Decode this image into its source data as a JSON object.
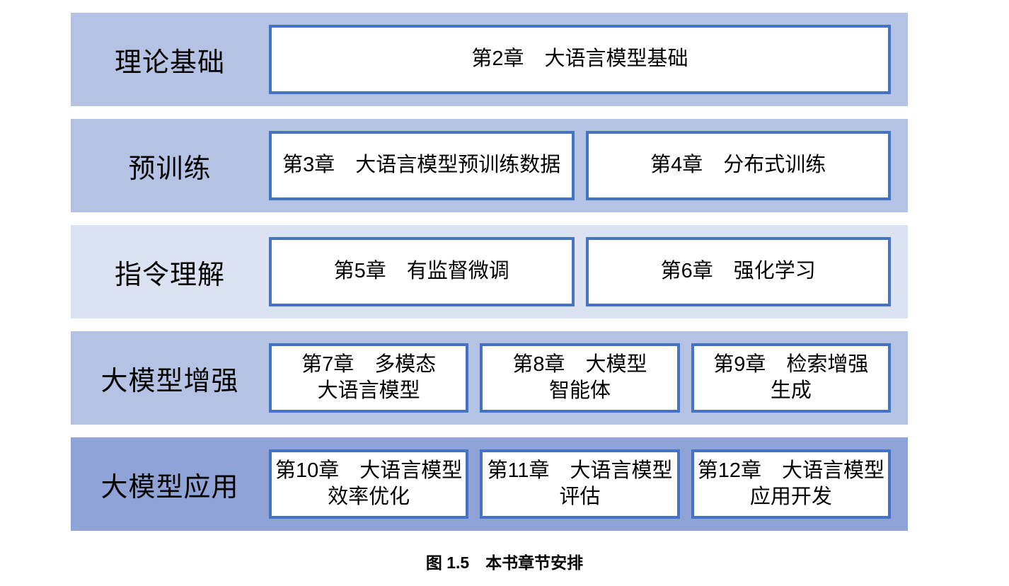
{
  "figure": {
    "caption": "图 1.5　本书章节安排",
    "colors": {
      "box_border": "#4472C4",
      "box_bg": "#FFFFFF",
      "row_tint_medium": "#B4C3E3",
      "row_tint_light": "#DBE2F1",
      "row_tint_dark": "#8FA3D6",
      "text": "#000000"
    },
    "rows": [
      {
        "label": "理论基础",
        "bg": "#B4C3E3",
        "chapters": [
          {
            "line1": "第2章　大语言模型基础",
            "line2": ""
          }
        ]
      },
      {
        "label": "预训练",
        "bg": "#B4C3E3",
        "chapters": [
          {
            "line1": "第3章　大语言模型预训练数据",
            "line2": ""
          },
          {
            "line1": "第4章　分布式训练",
            "line2": ""
          }
        ]
      },
      {
        "label": "指令理解",
        "bg": "#DBE2F1",
        "chapters": [
          {
            "line1": "第5章　有监督微调",
            "line2": ""
          },
          {
            "line1": "第6章　强化学习",
            "line2": ""
          }
        ]
      },
      {
        "label": "大模型增强",
        "bg": "#B4C3E3",
        "chapters": [
          {
            "line1": "第7章　多模态",
            "line2": "大语言模型"
          },
          {
            "line1": "第8章　大模型",
            "line2": "智能体"
          },
          {
            "line1": "第9章　检索增强",
            "line2": "生成"
          }
        ]
      },
      {
        "label": "大模型应用",
        "bg": "#8FA3D6",
        "chapters": [
          {
            "line1": "第10章　大语言模型",
            "line2": "效率优化"
          },
          {
            "line1": "第11章　大语言模型",
            "line2": "评估"
          },
          {
            "line1": "第12章　大语言模型",
            "line2": "应用开发"
          }
        ]
      }
    ]
  }
}
